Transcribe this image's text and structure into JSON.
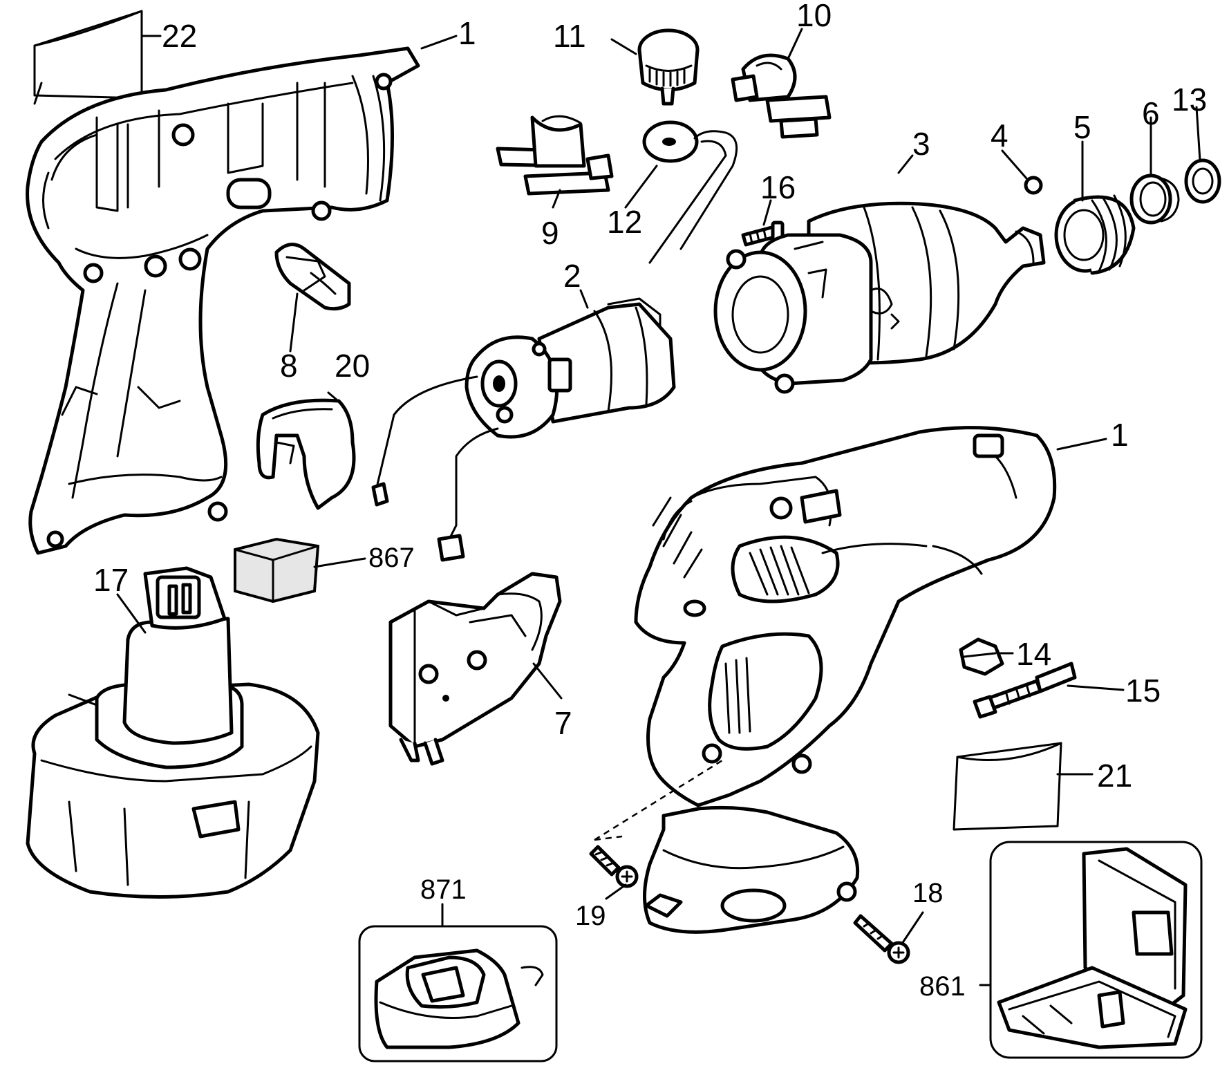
{
  "diagram": {
    "callouts": {
      "c1_top": "1",
      "c1_bottom": "1",
      "c2": "2",
      "c3": "3",
      "c4": "4",
      "c5": "5",
      "c6": "6",
      "c7": "7",
      "c8": "8",
      "c9": "9",
      "c10": "10",
      "c11": "11",
      "c12": "12",
      "c13": "13",
      "c14": "14",
      "c15": "15",
      "c16": "16",
      "c17": "17",
      "c18": "18",
      "c19": "19",
      "c20": "20",
      "c21": "21",
      "c22": "22",
      "c861": "861",
      "c867": "867",
      "c871": "871"
    }
  }
}
